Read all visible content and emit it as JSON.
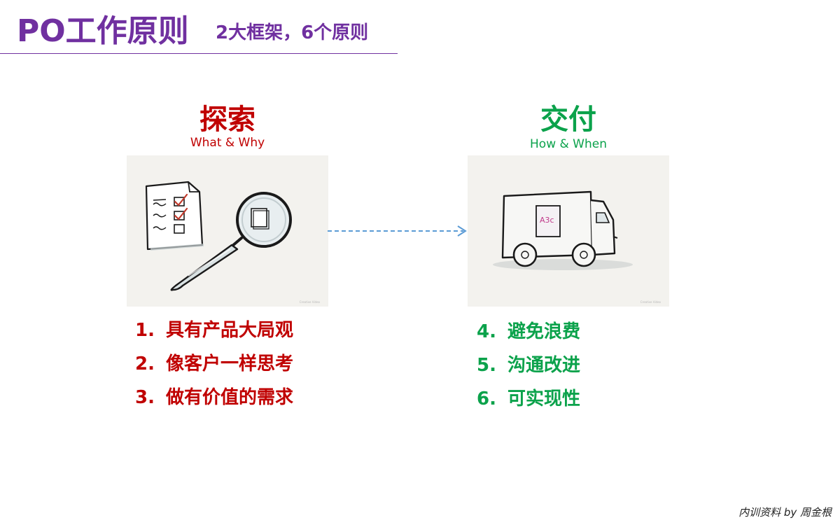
{
  "header": {
    "title": "PO工作原则",
    "subtitle": "2大框架，6个原则"
  },
  "explore": {
    "title": "探索",
    "subtitle": "What & Why",
    "picture_credit": "Creative Video",
    "principles": [
      {
        "num": "1.",
        "text": "具有产品大局观"
      },
      {
        "num": "2.",
        "text": "像客户一样思考"
      },
      {
        "num": "3.",
        "text": "做有价值的需求"
      }
    ]
  },
  "deliver": {
    "title": "交付",
    "subtitle": "How & When",
    "picture_credit": "Creative Video",
    "box_label": "A3c",
    "principles": [
      {
        "num": "4.",
        "text": "避免浪费"
      },
      {
        "num": "5.",
        "text": "沟通改进"
      },
      {
        "num": "6.",
        "text": "可实现性"
      }
    ]
  },
  "footer": "内训资料  by 周金根",
  "colors": {
    "title": "#7030A0",
    "explore": "#C00000",
    "deliver": "#0BA24B",
    "arrow": "#5B9BD5"
  },
  "icons": {
    "explore_picture": "checklist-magnifier-icon",
    "deliver_picture": "delivery-truck-icon",
    "flow_arrow": "dashed-arrow-icon"
  }
}
